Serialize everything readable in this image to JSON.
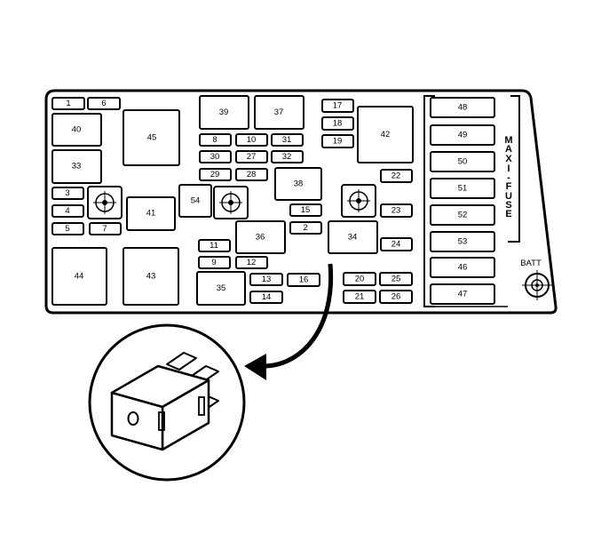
{
  "fuse_labels": {
    "f1": "1",
    "f6": "6",
    "f40": "40",
    "f33": "33",
    "f45": "45",
    "f3": "3",
    "f4": "4",
    "f5": "5",
    "f7": "7",
    "f41": "41",
    "f54": "54",
    "f44": "44",
    "f43": "43",
    "f39": "39",
    "f37": "37",
    "f8": "8",
    "f10": "10",
    "f31": "31",
    "f30": "30",
    "f27": "27",
    "f32": "32",
    "f29": "29",
    "f28": "28",
    "f38": "38",
    "f15": "15",
    "f2": "2",
    "f36": "36",
    "f11": "11",
    "f9": "9",
    "f12": "12",
    "f35": "35",
    "f13": "13",
    "f14": "14",
    "f16": "16",
    "f17": "17",
    "f18": "18",
    "f19": "19",
    "f42": "42",
    "f22": "22",
    "f23": "23",
    "f34": "34",
    "f24": "24",
    "f20": "20",
    "f25": "25",
    "f21": "21",
    "f26": "26",
    "f48": "48",
    "f49": "49",
    "f50": "50",
    "f51": "51",
    "f52": "52",
    "f53": "53",
    "f46": "46",
    "f47": "47"
  },
  "maxi_fuse_label": [
    "M",
    "A",
    "X",
    "I",
    "-",
    "F",
    "U",
    "S",
    "E"
  ],
  "batt_label": "BATT"
}
